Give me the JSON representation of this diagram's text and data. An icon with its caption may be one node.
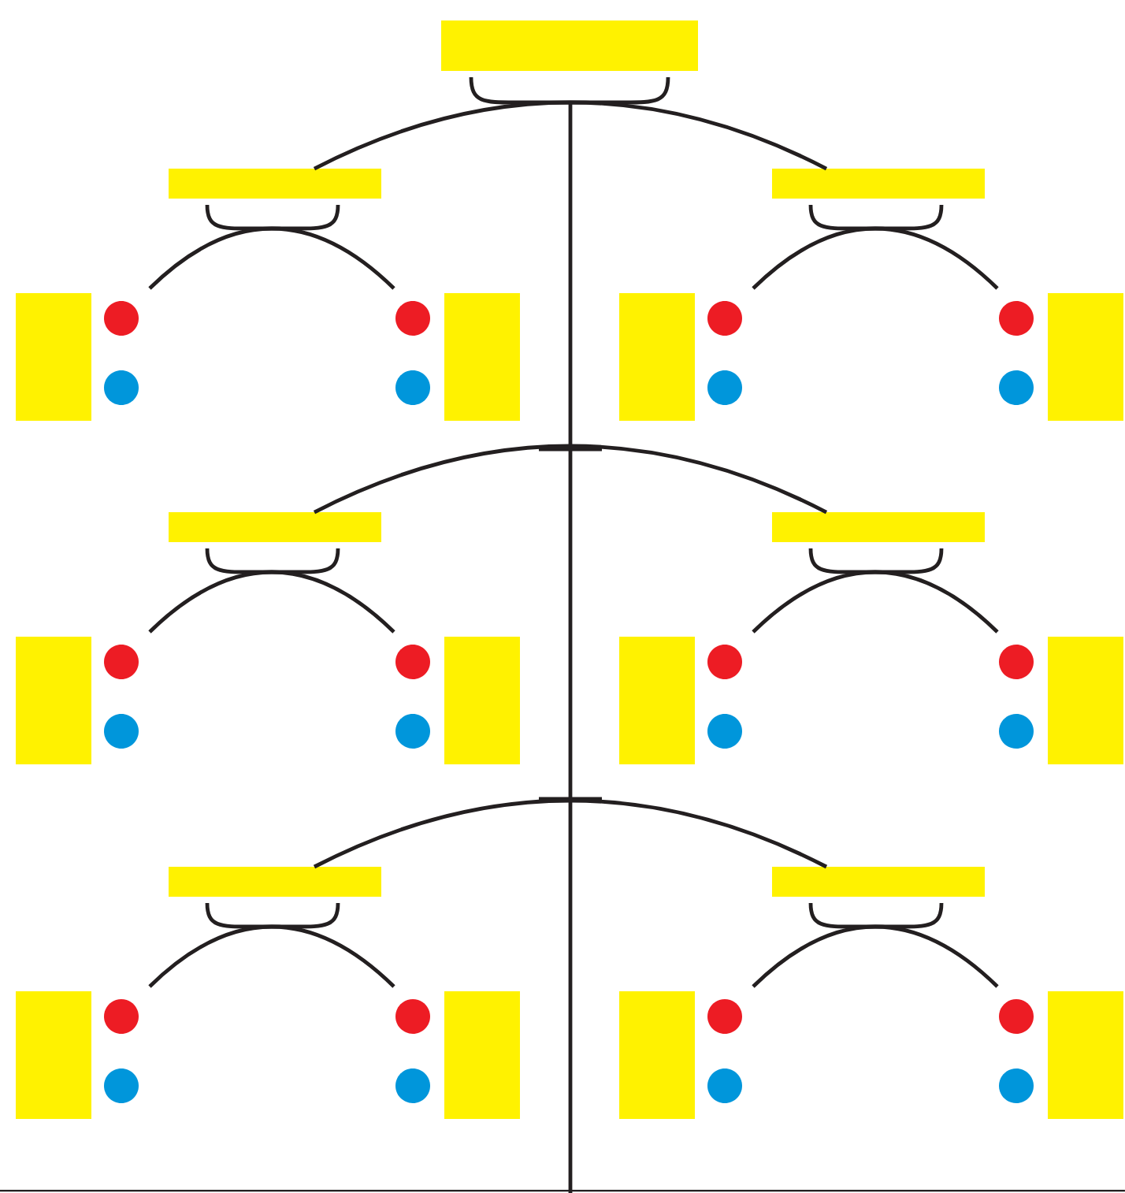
{
  "diagram": {
    "nodes": [
      {
        "text": [],
        "shape": "box"
      },
      {
        "text": [],
        "shape": "box"
      },
      {
        "text": [],
        "shape": "box"
      },
      {
        "text": [],
        "shape": "box"
      },
      {
        "text": [],
        "shape": "circle"
      },
      {
        "text": [],
        "shape": "circle"
      },
      {
        "text": [],
        "shape": "box"
      },
      {
        "text": [],
        "shape": "circle"
      },
      {
        "text": [],
        "shape": "circle"
      },
      {
        "text": [],
        "shape": "box"
      },
      {
        "text": [],
        "shape": "circle"
      },
      {
        "text": [],
        "shape": "circle"
      },
      {
        "text": [],
        "shape": "box"
      },
      {
        "text": [],
        "shape": "circle"
      },
      {
        "text": [],
        "shape": "circle"
      },
      {
        "text": [],
        "shape": "box"
      },
      {
        "text": [],
        "shape": "box"
      },
      {
        "text": [],
        "shape": "box"
      },
      {
        "text": [],
        "shape": "circle"
      },
      {
        "text": [],
        "shape": "circle"
      },
      {
        "text": [],
        "shape": "box"
      },
      {
        "text": [],
        "shape": "circle"
      },
      {
        "text": [],
        "shape": "circle"
      },
      {
        "text": [],
        "shape": "box"
      },
      {
        "text": [],
        "shape": "circle"
      },
      {
        "text": [],
        "shape": "circle"
      },
      {
        "text": [],
        "shape": "box"
      },
      {
        "text": [],
        "shape": "circle"
      },
      {
        "text": [],
        "shape": "circle"
      },
      {
        "text": [],
        "shape": "box"
      },
      {
        "text": [],
        "shape": "box"
      },
      {
        "text": [],
        "shape": "box"
      },
      {
        "text": [],
        "shape": "circle"
      },
      {
        "text": [],
        "shape": "circle"
      },
      {
        "text": [],
        "shape": "box"
      },
      {
        "text": [],
        "shape": "circle"
      },
      {
        "text": [],
        "shape": "circle"
      },
      {
        "text": [],
        "shape": "box"
      },
      {
        "text": [],
        "shape": "circle"
      },
      {
        "text": [],
        "shape": "circle"
      },
      {
        "text": [],
        "shape": "box"
      },
      {
        "text": [],
        "shape": "circle"
      },
      {
        "text": [],
        "shape": "circle"
      }
    ],
    "edges": [
      {
        "from": 1,
        "to": 2,
        "arrow": "none"
      },
      {
        "from": 4,
        "to": 5,
        "arrow": "none"
      },
      {
        "from": 10,
        "to": 11,
        "arrow": "none"
      },
      {
        "from": 15,
        "to": 16,
        "arrow": "none"
      },
      {
        "from": 18,
        "to": 19,
        "arrow": "none"
      },
      {
        "from": 24,
        "to": 25,
        "arrow": "none"
      },
      {
        "from": 29,
        "to": 30,
        "arrow": "none"
      },
      {
        "from": 32,
        "to": 33,
        "arrow": "none"
      },
      {
        "from": 38,
        "to": 39,
        "arrow": "none"
      }
    ]
  }
}
